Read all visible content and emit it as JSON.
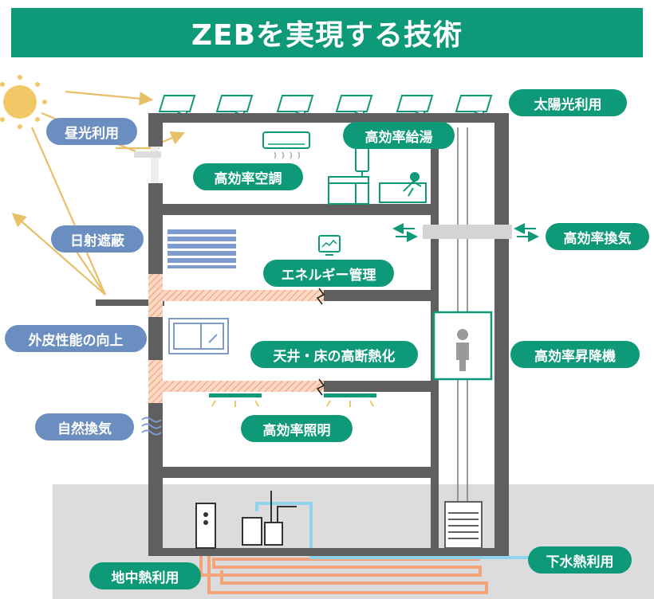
{
  "title": "ZEBを実現する技術",
  "labels": {
    "solar": "太陽光利用",
    "daylight": "昼光利用",
    "hot_water": "高効率給湯",
    "air_conditioning": "高効率空調",
    "solar_shading": "日射遮蔽",
    "ventilation": "高効率換気",
    "energy_management": "エネルギー管理",
    "envelope": "外皮性能の向上",
    "insulation": "天井・床の高断熱化",
    "elevator": "高効率昇降機",
    "natural_ventilation": "自然換気",
    "lighting": "高効率照明",
    "sewage_heat": "下水熱利用",
    "geothermal": "地中熱利用"
  },
  "colors": {
    "green": "#0e9a78",
    "blue_pill": "#6b8ec0",
    "structure": "#5f5f5f",
    "ground": "#dcdcdc",
    "sun": "#f2c766",
    "insulation": "#f4a37b",
    "blinds": "#7f9bcd",
    "sewage_pipe": "#8fd3ec"
  }
}
